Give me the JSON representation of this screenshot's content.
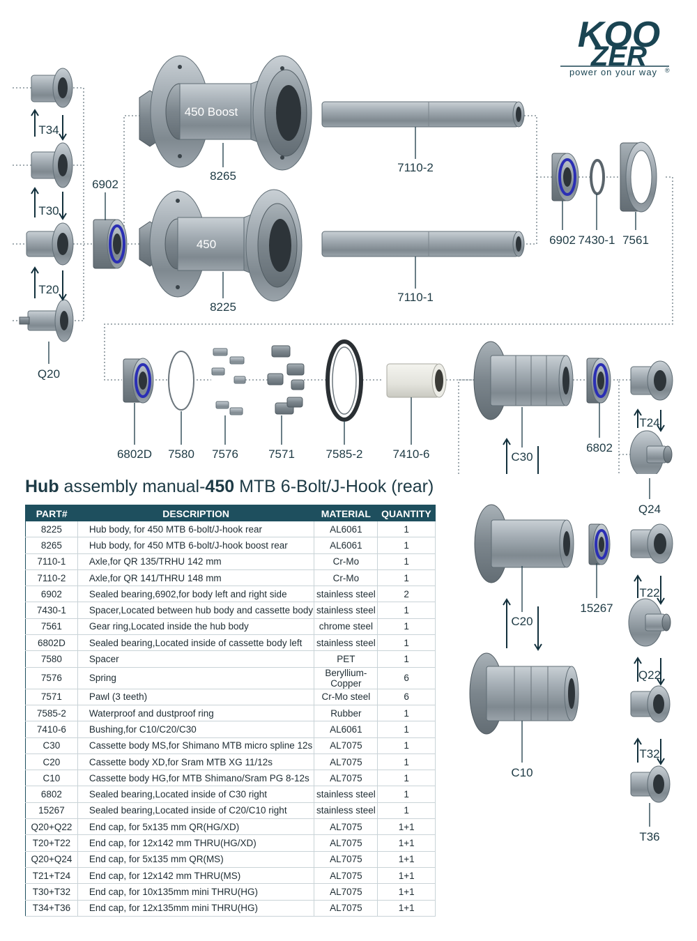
{
  "brand": {
    "logo_line1": "KOO",
    "logo_line2": "ZER",
    "tagline": "power on your way",
    "registered_mark": "®",
    "color": "#1a4452"
  },
  "hub_labels": {
    "boost": "450 Boost",
    "standard": "450"
  },
  "part_labels": {
    "T34": "T34",
    "T30": "T30",
    "T20": "T20",
    "Q20": "Q20",
    "p6902_left": "6902",
    "p8265": "8265",
    "p8225": "8225",
    "p7110_2": "7110-2",
    "p7110_1": "7110-1",
    "p6902_right": "6902",
    "p7430_1": "7430-1",
    "p7561": "7561",
    "p6802D": "6802D",
    "p7580": "7580",
    "p7576": "7576",
    "p7571": "7571",
    "p7585_2": "7585-2",
    "p7410_6": "7410-6",
    "C30": "C30",
    "C20": "C20",
    "C10": "C10",
    "p6802": "6802",
    "p15267": "15267",
    "T24": "T24",
    "Q24": "Q24",
    "T22": "T22",
    "Q22": "Q22",
    "T32": "T32",
    "T36": "T36"
  },
  "manual": {
    "title_bold1": "Hub",
    "title_mid": " assembly manual-",
    "title_bold2": "450",
    "title_rest": " MTB 6-Bolt/J-Hook (rear)"
  },
  "table": {
    "headers": [
      "PART#",
      "DESCRIPTION",
      "MATERIAL",
      "QUANTITY"
    ],
    "header_color": "#1e4f5e",
    "rows": [
      [
        "8225",
        "Hub body, for 450 MTB 6-bolt/J-hook rear",
        "AL6061",
        "1"
      ],
      [
        "8265",
        "Hub body, for 450 MTB 6-bolt/J-hook boost rear",
        "AL6061",
        "1"
      ],
      [
        "7110-1",
        "Axle,for QR 135/TRHU 142 mm",
        "Cr-Mo",
        "1"
      ],
      [
        "7110-2",
        "Axle,for QR 141/THRU 148 mm",
        "Cr-Mo",
        "1"
      ],
      [
        "6902",
        "Sealed bearing,6902,for body left and right side",
        "stainless steel",
        "2"
      ],
      [
        "7430-1",
        "Spacer,Located between hub body and cassette body",
        "stainless steel",
        "1"
      ],
      [
        "7561",
        "Gear ring,Located inside the hub body",
        "chrome steel",
        "1"
      ],
      [
        "6802D",
        "Sealed bearing,Located inside of cassette body left",
        "stainless steel",
        "1"
      ],
      [
        "7580",
        "Spacer",
        "PET",
        "1"
      ],
      [
        "7576",
        "Spring",
        "Beryllium-Copper",
        "6"
      ],
      [
        "7571",
        "Pawl (3 teeth)",
        "Cr-Mo steel",
        "6"
      ],
      [
        "7585-2",
        "Waterproof and dustproof ring",
        "Rubber",
        "1"
      ],
      [
        "7410-6",
        "Bushing,for C10/C20/C30",
        "AL6061",
        "1"
      ],
      [
        "C30",
        "Cassette body MS,for Shimano MTB micro spline 12s",
        "AL7075",
        "1"
      ],
      [
        "C20",
        "Cassette body XD,for Sram MTB XG 11/12s",
        "AL7075",
        "1"
      ],
      [
        "C10",
        "Cassette body HG,for MTB Shimano/Sram PG 8-12s",
        "AL7075",
        "1"
      ],
      [
        "6802",
        "Sealed bearing,Located inside of C30 right",
        "stainless steel",
        "1"
      ],
      [
        "15267",
        "Sealed bearing,Located inside of C20/C10 right",
        "stainless steel",
        "1"
      ],
      [
        "Q20+Q22",
        "End cap, for 5x135 mm QR(HG/XD)",
        "AL7075",
        "1+1"
      ],
      [
        "T20+T22",
        "End cap, for 12x142 mm THRU(HG/XD)",
        "AL7075",
        "1+1"
      ],
      [
        "Q20+Q24",
        "End cap, for 5x135 mm QR(MS)",
        "AL7075",
        "1+1"
      ],
      [
        "T21+T24",
        "End cap, for 12x142 mm THRU(MS)",
        "AL7075",
        "1+1"
      ],
      [
        "T30+T32",
        "End cap, for 10x135mm mini THRU(HG)",
        "AL7075",
        "1+1"
      ],
      [
        "T34+T36",
        "End cap, for 12x135mm mini THRU(HG)",
        "AL7075",
        "1+1"
      ]
    ]
  }
}
